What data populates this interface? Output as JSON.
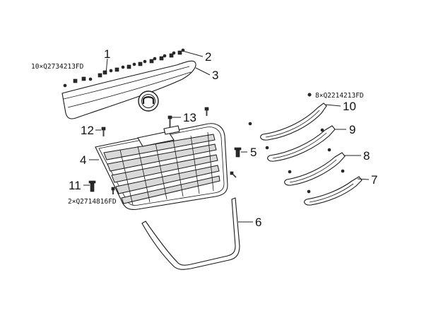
{
  "callouts": [
    {
      "id": "1",
      "label": "1"
    },
    {
      "id": "2",
      "label": "2"
    },
    {
      "id": "3",
      "label": "3"
    },
    {
      "id": "4",
      "label": "4"
    },
    {
      "id": "5",
      "label": "5"
    },
    {
      "id": "6",
      "label": "6"
    },
    {
      "id": "7",
      "label": "7"
    },
    {
      "id": "8",
      "label": "8"
    },
    {
      "id": "9",
      "label": "9"
    },
    {
      "id": "10",
      "label": "10"
    },
    {
      "id": "11",
      "label": "11"
    },
    {
      "id": "12",
      "label": "12"
    },
    {
      "id": "13",
      "label": "13"
    }
  ],
  "part_numbers": {
    "clip_upper_trim": "10×Q2734213FD",
    "screw_trim_strips": "8×Q2214213FD",
    "screw_grille": "2×Q2714816FD"
  }
}
